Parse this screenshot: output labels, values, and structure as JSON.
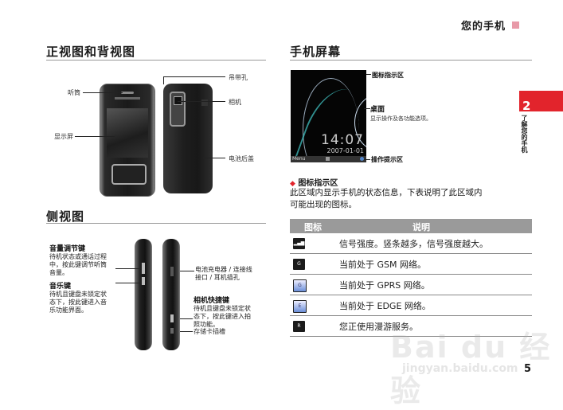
{
  "header": {
    "title": "您的手机"
  },
  "chapter": {
    "number": "2",
    "side_text": "了解您的手机"
  },
  "page_number": "5",
  "front_back": {
    "title": "正视图和背视图",
    "labels": {
      "earpiece": "听筒",
      "display": "显示屏",
      "strap_hole": "吊带孔",
      "camera": "相机",
      "battery_cover": "电池后盖"
    }
  },
  "side_view": {
    "title": "侧视图",
    "volume": {
      "title": "音量调节键",
      "body": [
        "待机状态或通话过程",
        "中，按此键调节听筒",
        "音量。"
      ]
    },
    "music": {
      "title": "音乐键",
      "body": [
        "待机且键盘未锁定状",
        "态下，按此键进入音",
        "乐功能界面。"
      ]
    },
    "charger": {
      "body": [
        "电池充电器 / 连接线",
        "接口 / 耳机插孔"
      ]
    },
    "camera_key": {
      "title": "相机快捷键",
      "body": [
        "待机且键盘未锁定状",
        "态下，按此键进入拍",
        "照功能。"
      ]
    },
    "card_slot": "存储卡插槽"
  },
  "screen_section": {
    "title": "手机屏幕",
    "screen": {
      "time": "14:07",
      "date": "2007-01-01",
      "softkey_left": "Menu"
    },
    "labels": {
      "indicator": "图标指示区",
      "desktop_title": "桌面",
      "desktop_desc": "显示操作及各功能选项。",
      "prompt": "操作提示区"
    }
  },
  "indicator_section": {
    "title": "图标指示区",
    "body": [
      "此区域内显示手机的状态信息，下表说明了此区域内",
      "可能出现的图标。"
    ]
  },
  "table": {
    "headers": [
      "图标",
      "说明"
    ],
    "rows": [
      {
        "icon": "signal-strength-icon",
        "glyph": "▂▄▆",
        "text": "信号强度。竖条越多，信号强度越大。"
      },
      {
        "icon": "gsm-icon",
        "glyph": "G",
        "text": "当前处于 GSM 网络。"
      },
      {
        "icon": "gprs-icon",
        "glyph": "G",
        "text": "当前处于 GPRS 网络。"
      },
      {
        "icon": "edge-icon",
        "glyph": "E",
        "text": "当前处于 EDGE 网络。"
      },
      {
        "icon": "roaming-icon",
        "glyph": "R",
        "text": "您正使用漫游服务。"
      }
    ]
  },
  "watermark": {
    "brand": "Bai du 经验",
    "url": "jingyan.baidu.com"
  }
}
